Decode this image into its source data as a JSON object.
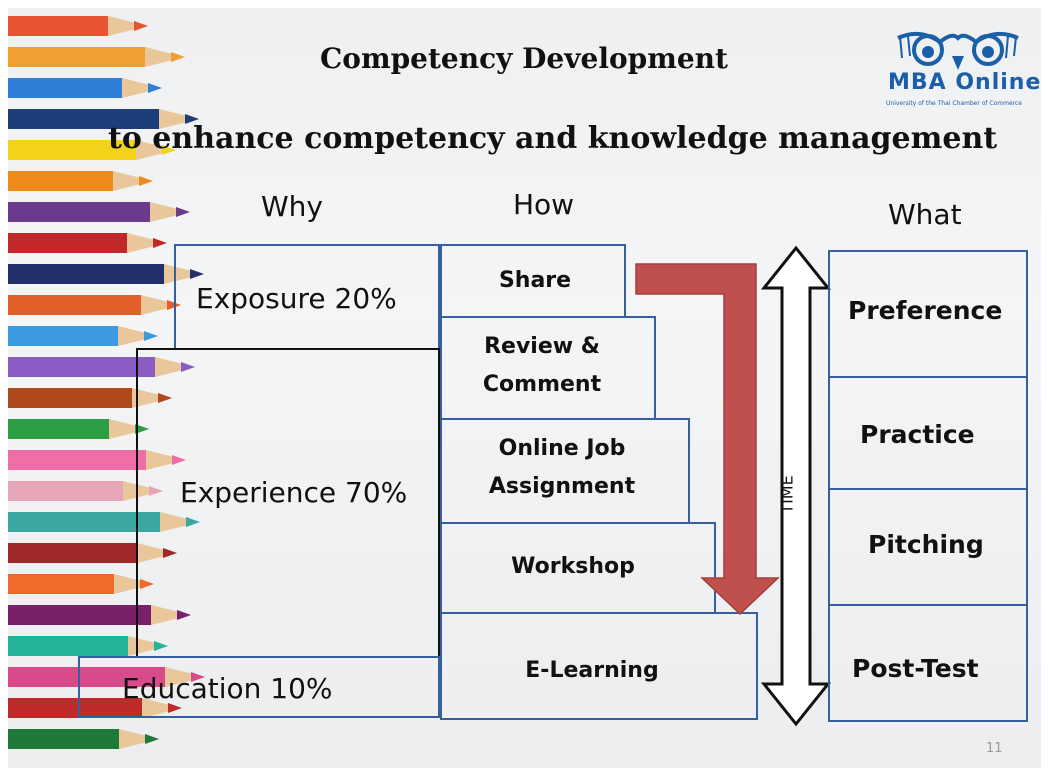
{
  "title": "Competency Development",
  "subtitle": "to enhance competency and knowledge management",
  "logo": {
    "name": "MBA Online",
    "tagline": "University of the Thai Chamber of Commerce",
    "color": "#1a5fa8"
  },
  "headers": {
    "why": "Why",
    "how": "How",
    "what": "What"
  },
  "why": {
    "exposure": "Exposure 20%",
    "experience": "Experience 70%",
    "education": "Education 10%"
  },
  "how": {
    "share": "Share",
    "review_1": "Review &",
    "review_2": "Comment",
    "job_1": "Online Job",
    "job_2": "Assignment",
    "workshop": "Workshop",
    "elearning": "E-Learning"
  },
  "what": [
    "Preference",
    "Practice",
    "Pitching",
    "Post-Test"
  ],
  "time_label": "TIME",
  "page_number": "11",
  "colors": {
    "box_border": "#36609c",
    "arrow": "#c0504d"
  }
}
